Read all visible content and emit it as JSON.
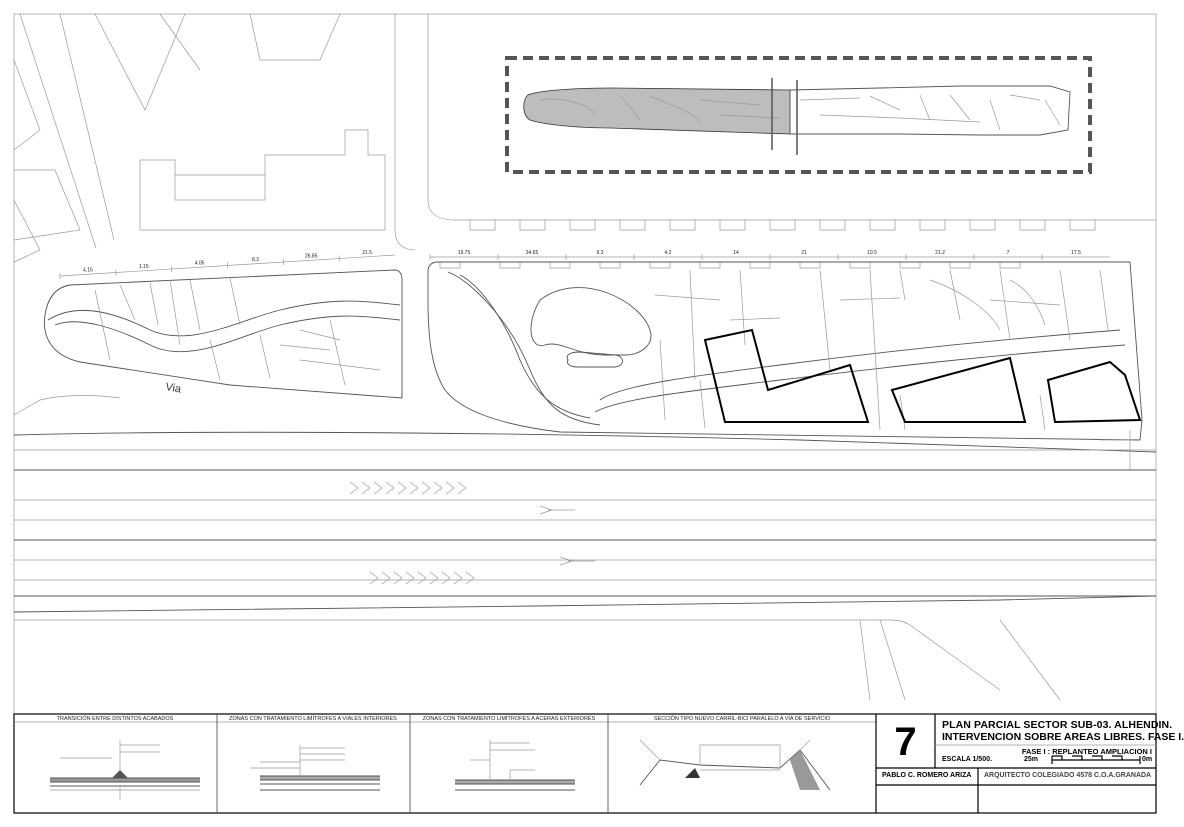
{
  "plan": {
    "road_label": "Via",
    "top_dimensions_left": [
      "4.15",
      "1.15",
      "4.05",
      "8.3",
      "26.85",
      "21.5"
    ],
    "top_dimensions_right": [
      "19.75",
      "34.65",
      "9.3",
      "4.2",
      "14",
      "21",
      "10.5",
      "21.2",
      "7",
      "17.5"
    ]
  },
  "details": {
    "section_1_title": "TRANSICIÓN ENTRE DISTINTOS ACABADOS",
    "section_2_title": "ZONAS CON TRATAMIENTO LIMÍTROFES A VIALES INTERIORES",
    "section_3_title": "ZONAS CON TRATAMIENTO LIMÍTROFES A ACERAS EXTERIORES",
    "section_4_title": "SECCIÓN TIPO NUEVO CARRIL-BICI PARALELO A VÍA DE SERVICIO"
  },
  "title_block": {
    "sheet_number": "7",
    "project_line_1": "PLAN PARCIAL SECTOR SUB-03. ALHENDIN.",
    "project_line_2": "INTERVENCION SOBRE AREAS LIBRES. FASE I.",
    "phase": "FASE I : REPLANTEO AMPLIACION I",
    "scale": "ESCALA 1/500.",
    "scale_bar_left": "25m",
    "scale_bar_right": "0m",
    "author": "PABLO C. ROMERO ARIZA",
    "credential": "ARQUITECTO COLEGIADO 4578 C.O.A.GRANADA"
  }
}
